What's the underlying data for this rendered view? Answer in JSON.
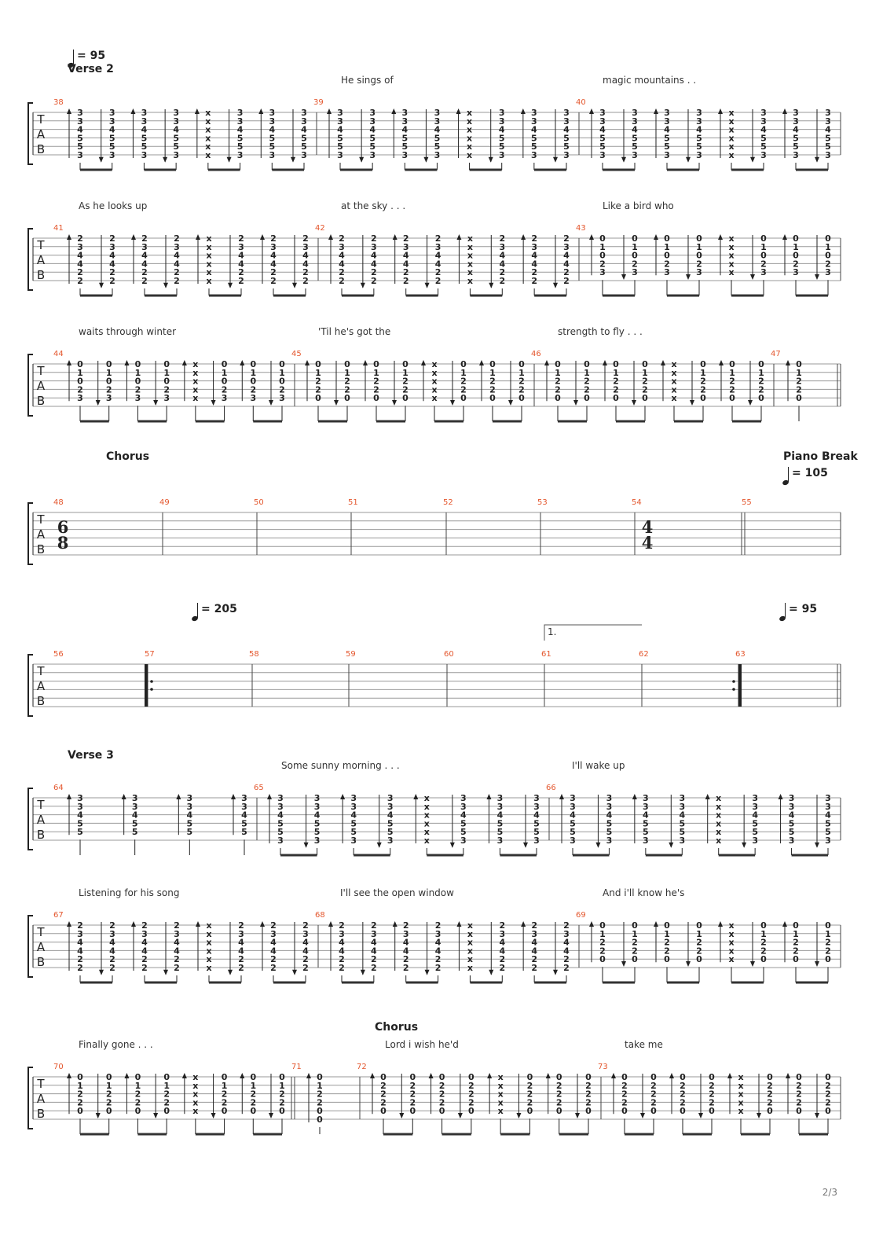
{
  "page_number": "2/3",
  "systems": [
    {
      "tempo": "= 95",
      "section": "Verse 2",
      "lyrics": [
        "He sings of",
        "magic mountains . ."
      ],
      "bars": [
        {
          "number": "38",
          "chords": [
            "3/3/4/5/5/3",
            "3/3/4/5/5/3",
            "3/3/4/5/5/3",
            "3/3/4/5/5/3",
            "x/x/x/x/x/x",
            "3/3/4/5/5/3",
            "3/3/4/5/5/3",
            "3/3/4/5/5/3"
          ]
        },
        {
          "number": "39",
          "chords": [
            "3/3/4/5/5/3",
            "3/3/4/5/5/3",
            "3/3/4/5/5/3",
            "3/3/4/5/5/3",
            "x/x/x/x/x/x",
            "3/3/4/5/5/3",
            "3/3/4/5/5/3",
            "3/3/4/5/5/3"
          ]
        },
        {
          "number": "40",
          "chords": [
            "3/3/4/5/5/3",
            "3/3/4/5/5/3",
            "3/3/4/5/5/3",
            "3/3/4/5/5/3",
            "x/x/x/x/x/x",
            "3/3/4/5/5/3",
            "3/3/4/5/5/3",
            "3/3/4/5/5/3"
          ]
        }
      ]
    },
    {
      "lyrics": [
        "As he looks up",
        "at the sky . . .",
        "Like a bird who"
      ],
      "bars": [
        {
          "number": "41",
          "chords": [
            "2/3/4/4/2/2",
            "2/3/4/4/2/2",
            "2/3/4/4/2/2",
            "2/3/4/4/2/2",
            "x/x/x/x/x/x",
            "2/3/4/4/2/2",
            "2/3/4/4/2/2",
            "2/3/4/4/2/2"
          ]
        },
        {
          "number": "42",
          "chords": [
            "2/3/4/4/2/2",
            "2/3/4/4/2/2",
            "2/3/4/4/2/2",
            "2/3/4/4/2/2",
            "x/x/x/x/x/x",
            "2/3/4/4/2/2",
            "2/3/4/4/2/2",
            "2/3/4/4/2/2"
          ]
        },
        {
          "number": "43",
          "chords": [
            "0/1/0/2/3",
            "0/1/0/2/3",
            "0/1/0/2/3",
            "0/1/0/2/3",
            "x/x/x/x/x",
            "0/1/0/2/3",
            "0/1/0/2/3",
            "0/1/0/2/3"
          ]
        }
      ]
    },
    {
      "lyrics": [
        "waits through winter",
        "'Til he's got the",
        "strength to fly . . ."
      ],
      "bars": [
        {
          "number": "44",
          "chords": [
            "0/1/0/2/3",
            "0/1/0/2/3",
            "0/1/0/2/3",
            "0/1/0/2/3",
            "x/x/x/x/x",
            "0/1/0/2/3",
            "0/1/0/2/3",
            "0/1/0/2/3"
          ]
        },
        {
          "number": "45",
          "chords": [
            "0/1/2/2/0",
            "0/1/2/2/0",
            "0/1/2/2/0",
            "0/1/2/2/0",
            "x/x/x/x/x",
            "0/1/2/2/0",
            "0/1/2/2/0",
            "0/1/2/2/0"
          ]
        },
        {
          "number": "46",
          "chords": [
            "0/1/2/2/0",
            "0/1/2/2/0",
            "0/1/2/2/0",
            "0/1/2/2/0",
            "x/x/x/x/x",
            "0/1/2/2/0",
            "0/1/2/2/0",
            "0/1/2/2/0"
          ]
        },
        {
          "number": "47",
          "chords": [
            "0/1/2/2/0"
          ]
        }
      ]
    },
    {
      "section": "Chorus",
      "section_right": "Piano Break",
      "tempo": "= 105",
      "time_signatures": [
        "6/8",
        "4/4"
      ],
      "bars": [
        {
          "number": "48"
        },
        {
          "number": "49"
        },
        {
          "number": "50"
        },
        {
          "number": "51"
        },
        {
          "number": "52"
        },
        {
          "number": "53"
        },
        {
          "number": "54"
        },
        {
          "number": "55"
        }
      ]
    },
    {
      "tempo": "= 205",
      "tempo_right": "= 95",
      "volta": "1.",
      "bars": [
        {
          "number": "56"
        },
        {
          "number": "57"
        },
        {
          "number": "58"
        },
        {
          "number": "59"
        },
        {
          "number": "60"
        },
        {
          "number": "61"
        },
        {
          "number": "62"
        },
        {
          "number": "63"
        }
      ]
    },
    {
      "section": "Verse 3",
      "lyrics": [
        "Some sunny morning . . .",
        "I'll wake up"
      ],
      "bars": [
        {
          "number": "64",
          "chords": [
            "3/3/4/5/5",
            "3/3/4/5/5",
            "3/3/4/5/5",
            "3/3/4/5/5"
          ]
        },
        {
          "number": "65",
          "chords": [
            "3/3/4/5/5/3",
            "3/3/4/5/5/3",
            "3/3/4/5/5/3",
            "3/3/4/5/5/3",
            "x/x/x/x/x/x",
            "3/3/4/5/5/3",
            "3/3/4/5/5/3",
            "3/3/4/5/5/3"
          ]
        },
        {
          "number": "66",
          "chords": [
            "3/3/4/5/5/3",
            "3/3/4/5/5/3",
            "3/3/4/5/5/3",
            "3/3/4/5/5/3",
            "x/x/x/x/x/x",
            "3/3/4/5/5/3",
            "3/3/4/5/5/3",
            "3/3/4/5/5/3"
          ]
        }
      ]
    },
    {
      "lyrics": [
        "Listening for his song",
        "I'll see the open window",
        "And i'll know he's"
      ],
      "bars": [
        {
          "number": "67",
          "chords": [
            "2/3/4/4/2/2",
            "2/3/4/4/2/2",
            "2/3/4/4/2/2",
            "2/3/4/4/2/2",
            "x/x/x/x/x/x",
            "2/3/4/4/2/2",
            "2/3/4/4/2/2",
            "2/3/4/4/2/2"
          ]
        },
        {
          "number": "68",
          "chords": [
            "2/3/4/4/2/2",
            "2/3/4/4/2/2",
            "2/3/4/4/2/2",
            "2/3/4/4/2/2",
            "x/x/x/x/x/x",
            "2/3/4/4/2/2",
            "2/3/4/4/2/2",
            "2/3/4/4/2/2"
          ]
        },
        {
          "number": "69",
          "chords": [
            "0/1/2/2/0",
            "0/1/2/2/0",
            "0/1/2/2/0",
            "0/1/2/2/0",
            "x/x/x/x/x",
            "0/1/2/2/0",
            "0/1/2/2/0",
            "0/1/2/2/0"
          ]
        }
      ]
    },
    {
      "section_mid": "Chorus",
      "lyrics": [
        "Finally gone . . .",
        "Lord i wish he'd",
        "take me"
      ],
      "bars": [
        {
          "number": "70",
          "chords": [
            "0/1/2/2/0",
            "0/1/2/2/0",
            "0/1/2/2/0",
            "0/1/2/2/0",
            "x/x/x/x/x",
            "0/1/2/2/0",
            "0/1/2/2/0",
            "0/1/2/2/0"
          ]
        },
        {
          "number": "71",
          "chords": [
            "0/1/2/2/0/0"
          ]
        },
        {
          "number": "72",
          "chords": [
            "0/2/2/2/0",
            "0/2/2/2/0",
            "0/2/2/2/0",
            "0/2/2/2/0",
            "x/x/x/x/x",
            "0/2/2/2/0",
            "0/2/2/2/0",
            "0/2/2/2/0"
          ]
        },
        {
          "number": "73",
          "chords": [
            "0/2/2/2/0",
            "0/2/2/2/0",
            "0/2/2/2/0",
            "0/2/2/2/0",
            "x/x/x/x/x",
            "0/2/2/2/0",
            "0/2/2/2/0",
            "0/2/2/2/0"
          ]
        }
      ]
    }
  ]
}
